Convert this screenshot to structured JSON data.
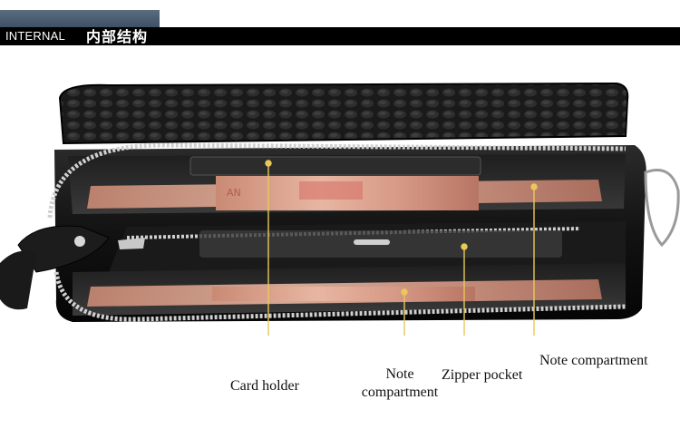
{
  "header": {
    "label_en": "INTERNAL",
    "label_zh": "内部结构",
    "accent": "#3b4d60"
  },
  "callouts": [
    {
      "label": "Card holder"
    },
    {
      "label_line1": "Note",
      "label_line2": "compartment"
    },
    {
      "label": "Zipper pocket"
    },
    {
      "label": "Note compartment"
    }
  ],
  "colors": {
    "leather": "#141414",
    "zipper": "#b8b8b8",
    "callout_dot": "#e8c85a"
  }
}
